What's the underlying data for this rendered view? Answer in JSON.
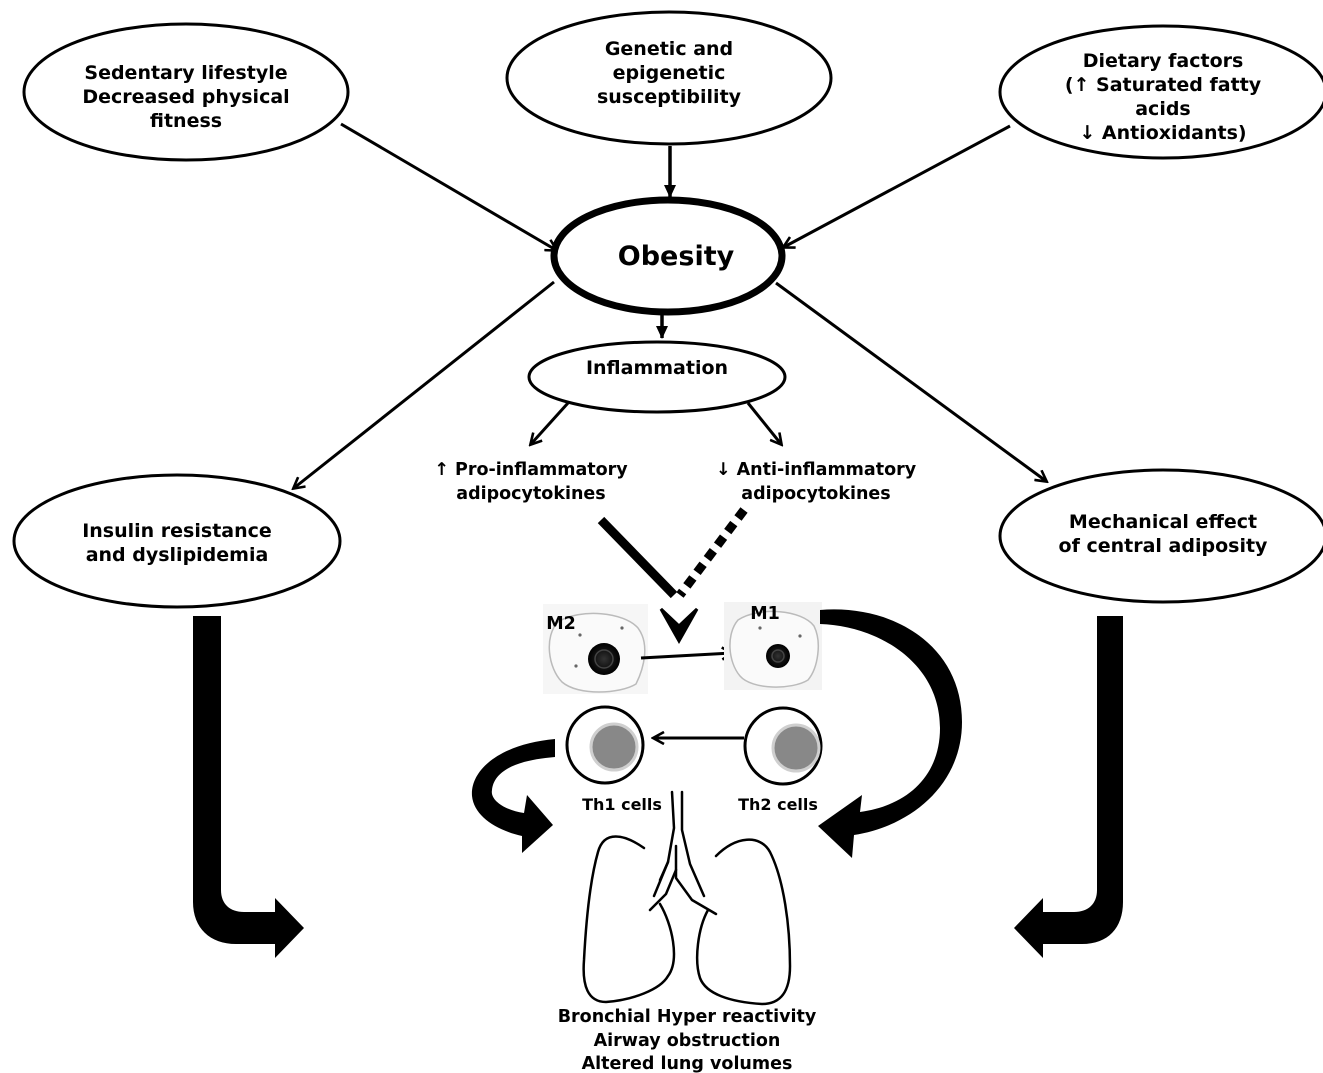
{
  "nodes": {
    "sedentary": [
      "Sedentary lifestyle",
      "Decreased physical",
      "fitness"
    ],
    "genetic": [
      "Genetic and",
      "epigenetic",
      "susceptibility"
    ],
    "dietary": [
      "Dietary factors",
      "(↑ Saturated fatty",
      "acids",
      "↓ Antioxidants)"
    ],
    "obesity": "Obesity",
    "inflammation": "Inflammation",
    "pro_inflammatory": [
      "↑ Pro-inflammatory",
      "adipocytokines"
    ],
    "anti_inflammatory": [
      "↓ Anti-inflammatory",
      "adipocytokines"
    ],
    "insulin": [
      "Insulin resistance",
      "and dyslipidemia"
    ],
    "mechanical": [
      "Mechanical effect",
      "of central adiposity"
    ],
    "m2": "M2",
    "m1": "M1",
    "th1": "Th1 cells",
    "th2": "Th2 cells",
    "outcomes": [
      "Bronchial Hyper reactivity",
      "Airway obstruction",
      "Altered lung volumes"
    ]
  }
}
